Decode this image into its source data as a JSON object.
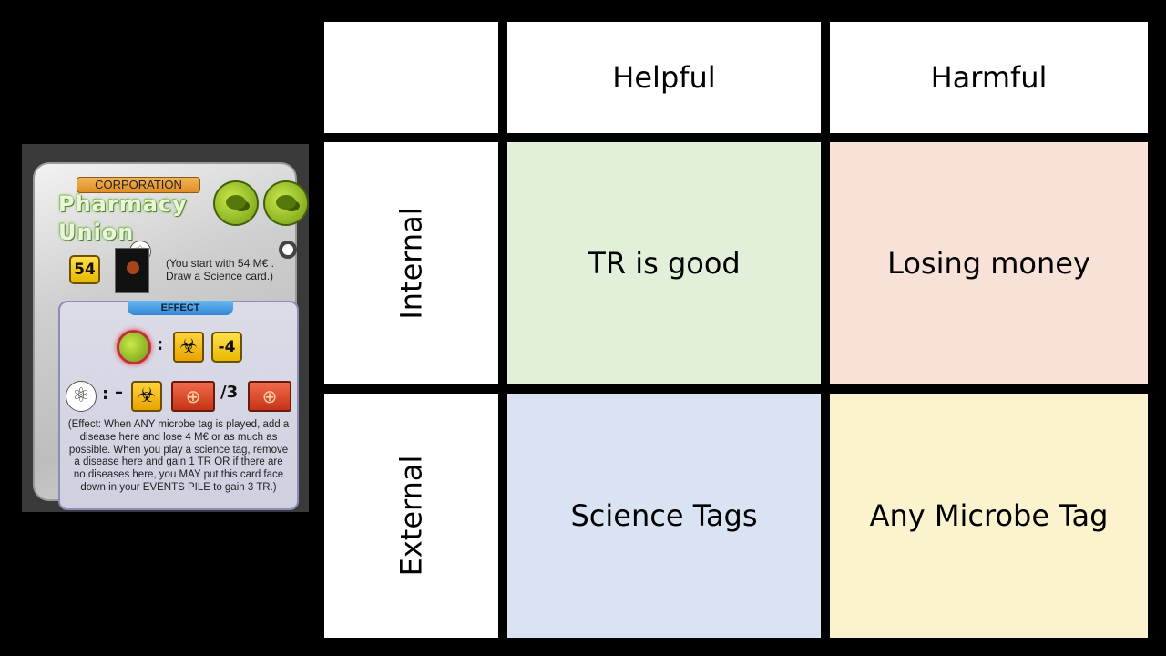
{
  "card": {
    "badge": "CORPORATION",
    "title_line1": "Pharmacy",
    "title_line2": "Union",
    "starting_mc": "54",
    "start_text": "(You start with 54 M€ . Draw a Science card.)",
    "effect_label": "EFFECT",
    "microbe_cost": "-4",
    "colon": ":",
    "dash": "–",
    "divisor": "/3",
    "effect_text": "(Effect: When ANY microbe tag is played, add a disease here and lose 4 M€ or as much as possible. When you play a science tag, remove a disease here and gain 1 TR OR if there are no diseases here, you MAY put this card face down in your EVENTS PILE to gain 3 TR.)",
    "icons": {
      "microbe": "microbe-tag-icon",
      "science": "⚛",
      "biohazard": "☣",
      "terraform": "⊕"
    },
    "colors": {
      "microbe": "#8fbf1e",
      "corporation": "#e8992e",
      "effect": "#3a8fd8",
      "tr": "#d64525"
    }
  },
  "swot": {
    "columns": [
      "Helpful",
      "Harmful"
    ],
    "rows": [
      "Internal",
      "External"
    ],
    "cells": {
      "internal_helpful": "TR is good",
      "internal_harmful": "Losing money",
      "external_helpful": "Science Tags",
      "external_harmful": "Any Microbe Tag"
    },
    "colors": {
      "internal_helpful": "#e2f0d9",
      "internal_harmful": "#f8e1d6",
      "external_helpful": "#dae3f3",
      "external_harmful": "#fbf3ce"
    }
  }
}
